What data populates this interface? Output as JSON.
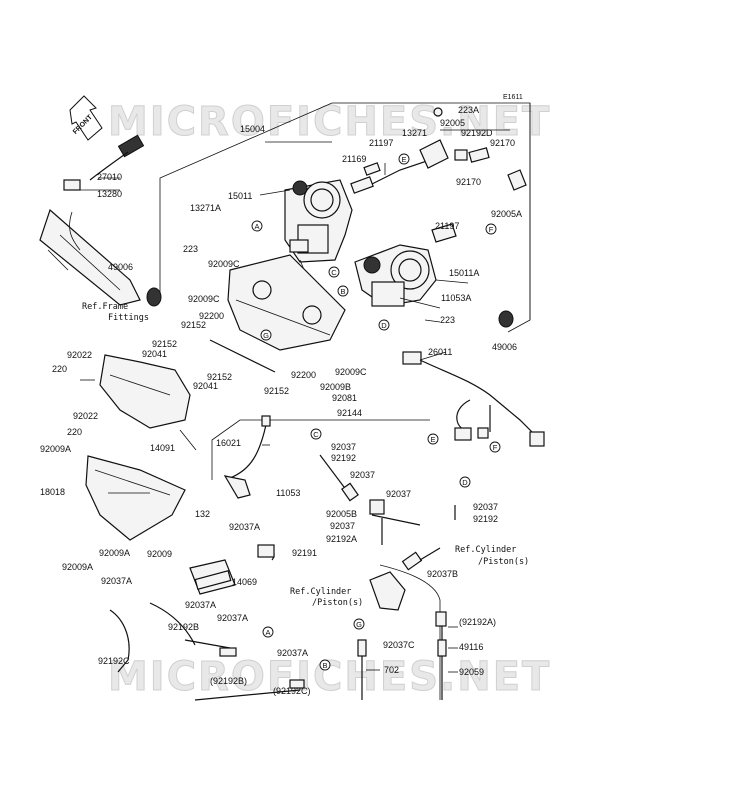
{
  "diagram_id": "E1611",
  "watermark": "MICROFICHES.NET",
  "front_label": "FRONT",
  "parts": {
    "p15004": "15004",
    "p15011": "15011",
    "p15011a": "15011A",
    "p13271": "13271",
    "p13271a": "13271A",
    "p13280": "13280",
    "p27010": "27010",
    "p21169": "21169",
    "p21197a": "21197",
    "p21197b": "21197",
    "p223a": "223A",
    "p223": "223",
    "p223b": "223",
    "p92005": "92005",
    "p92192d": "92192D",
    "p92170a": "92170",
    "p92170b": "92170",
    "p92005a": "92005A",
    "p49006a": "49006",
    "p49006b": "49006",
    "p92009c1": "92009C",
    "p92009c2": "92009C",
    "p92009c3": "92009C",
    "p92200a": "92200",
    "p92200b": "92200",
    "p92152a": "92152",
    "p92152b": "92152",
    "p92152c": "92152",
    "p92152d": "92152",
    "p92041a": "92041",
    "p92041b": "92041",
    "p11053a": "11053A",
    "p26011": "26011",
    "p92009b": "92009B",
    "p92081": "92081",
    "p92144": "92144",
    "p92022a": "92022",
    "p92022b": "92022",
    "p220a": "220",
    "p220b": "220",
    "p14091": "14091",
    "p92009a1": "92009A",
    "p92009a2": "92009A",
    "p92009a3": "92009A",
    "p18018": "18018",
    "p16021": "16021",
    "p11053": "11053",
    "p92037a": "92037",
    "p92192a": "92192",
    "p92037b": "92037",
    "p92037c": "92037",
    "p92005b": "92005B",
    "p92037d": "92037",
    "p92192a2": "92192A",
    "p92037e": "92037",
    "p92192b2": "92192",
    "p92037b2": "92037B",
    "p132": "132",
    "p92037a1": "92037A",
    "p92009": "92009",
    "p92191": "92191",
    "p14069": "14069",
    "p92037a2": "92037A",
    "p92037a3": "92037A",
    "p92192b": "92192B",
    "p92192c": "92192C",
    "p92037a4": "92037A",
    "p92037a5": "92037A",
    "p92192bp": "(92192B)",
    "p92192cp": "(92192C)",
    "p92037c2": "92037C",
    "p702": "702",
    "p92192ap": "(92192A)",
    "p49116": "49116",
    "p92059": "92059"
  },
  "refs": {
    "frame_1": "Ref.Frame",
    "frame_2": "Fittings",
    "cyl_right_1": "Ref.Cylinder",
    "cyl_right_2": "/Piston(s)",
    "cyl_left_1": "Ref.Cylinder",
    "cyl_left_2": "/Piston(s)"
  },
  "callouts": {
    "A": "A",
    "B": "B",
    "C": "C",
    "D": "D",
    "E": "E",
    "F": "F",
    "G": "G"
  }
}
